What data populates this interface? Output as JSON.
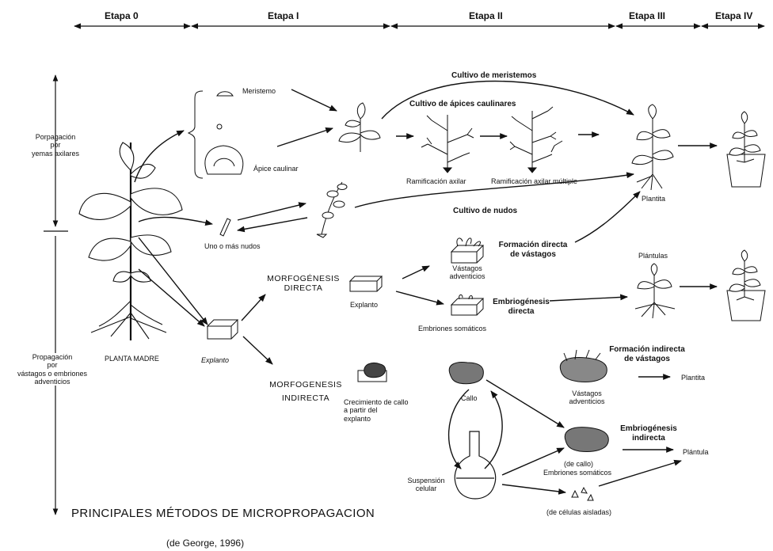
{
  "stages": [
    "Etapa 0",
    "Etapa I",
    "Etapa II",
    "Etapa III",
    "Etapa IV"
  ],
  "left_labels": {
    "axillary": [
      "Porpagación",
      "por",
      "yemas axilares"
    ],
    "adventitious": [
      "Propagación",
      "por",
      "vástagos o embriones",
      "adventicios"
    ]
  },
  "labels": {
    "mother_plant": "PLANTA MADRE",
    "meristem": "Meristemo",
    "apex": "Ápice caulinar",
    "nodes": "Uno o más nudos",
    "meristem_culture": "Cultivo de meristemos",
    "apex_culture": "Cultivo de ápices caulinares",
    "axillary_branching": "Ramificación axilar",
    "multiple_branching": "Ramificación axilar múltiple",
    "node_culture": "Cultivo de nudos",
    "plantlet": "Plantita",
    "plantlets": "Plántulas",
    "explant": "Explanto",
    "direct_morpho": [
      "MORFOGÉNESIS",
      "DIRECTA"
    ],
    "explant2": "Explanto",
    "adv_shoots": [
      "Vástagos",
      "adventicios"
    ],
    "direct_shoot_form": [
      "Formación directa",
      "de vástagos"
    ],
    "somatic_embryos": "Embriones somáticos",
    "direct_embryo": [
      "Embriogénesis",
      "directa"
    ],
    "indirect_morpho": [
      "MORFOGENESIS",
      "INDIRECTA"
    ],
    "callus_growth": [
      "Crecimiento de callo",
      "a partir del",
      "explanto"
    ],
    "callus": "Callo",
    "indirect_shoot_form": [
      "Formación indirecta",
      "de vástagos"
    ],
    "adv_shoots2": [
      "Vástagos",
      "adventicios"
    ],
    "plantlet2": "Plantita",
    "indirect_embryo": [
      "Embriogénesis",
      "indirecta"
    ],
    "from_callus": "(de callo)",
    "somatic_embryos2": "Embriones somáticos",
    "plantula": "Plántula",
    "suspension": [
      "Suspensión",
      "celular"
    ],
    "isolated_cells": "(de células aisladas)",
    "bottom_title": "PRINCIPALES MÉTODOS DE MICROPROPAGACION",
    "credit": "(de George, 1996)"
  }
}
